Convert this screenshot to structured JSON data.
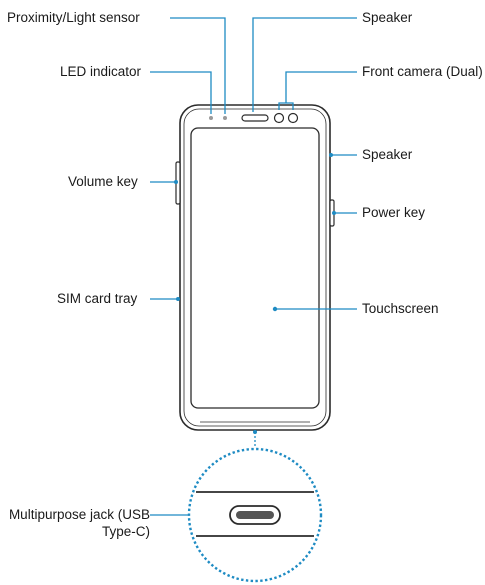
{
  "labels": {
    "proximity_sensor": "Proximity/Light sensor",
    "led_indicator": "LED indicator",
    "volume_key": "Volume key",
    "sim_tray": "SIM card tray",
    "multipurpose_jack": "Multipurpose jack (USB Type-C)",
    "speaker_top": "Speaker",
    "front_camera": "Front camera (Dual)",
    "speaker_side": "Speaker",
    "power_key": "Power key",
    "touchscreen": "Touchscreen"
  },
  "colors": {
    "callout": "#1E8BC3",
    "outline": "#2b2b2b",
    "text": "#1a1a1a"
  }
}
